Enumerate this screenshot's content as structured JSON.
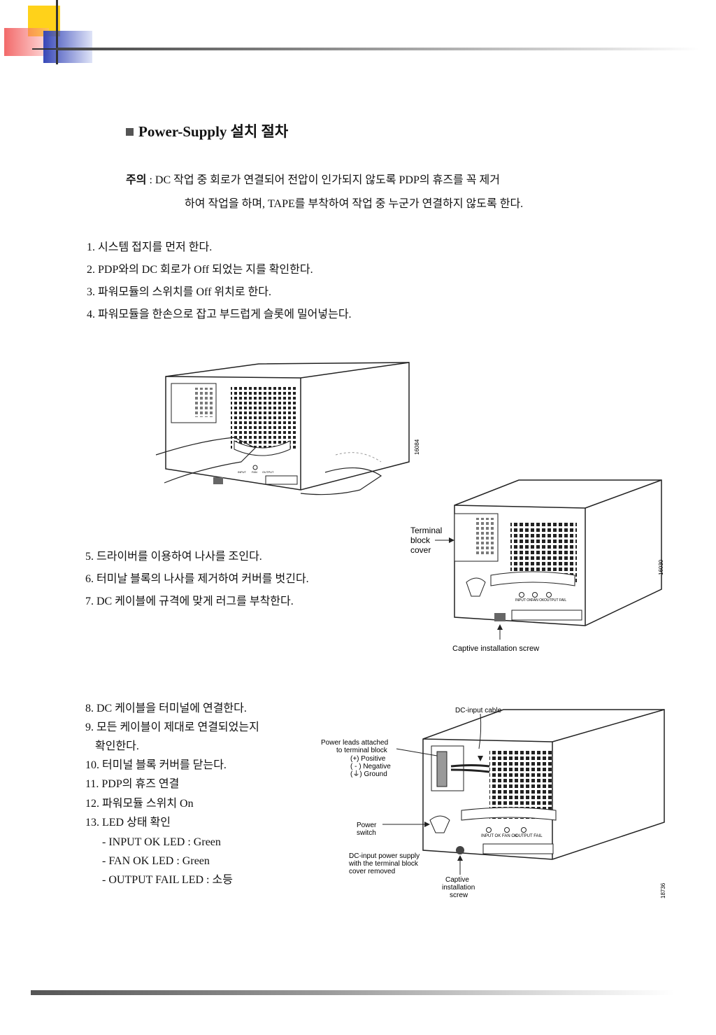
{
  "heading": "Power-Supply 설치 절차",
  "caution": {
    "label": "주의",
    "line1": " : DC 작업 중 회로가 연결되어 전압이 인가되지 않도록 PDP의 휴즈를 꼭 제거",
    "line2": "하여 작업을 하며, TAPE를 부착하여 작업 중 누군가 연결하지 않도록 한다."
  },
  "steps_a": [
    "1. 시스템 접지를 먼저 한다.",
    "2. PDP와의 DC 회로가 Off 되었는 지를 확인한다.",
    "3. 파워모듈의 스위치를 Off 위치로 한다.",
    "4. 파워모듈을 한손으로 잡고 부드럽게 슬롯에 밀어넣는다."
  ],
  "steps_b": [
    "5. 드라이버를 이용하여 나사를 조인다.",
    "6. 터미날 블록의 나사를 제거하여 커버를 벗긴다.",
    "7. DC 케이블에 규격에 맞게 러그를 부착한다."
  ],
  "steps_c": [
    "8. DC 케이블을 터미널에 연결한다.",
    "9. 모든 케이블이 제대로 연결되었는지",
    "   확인한다.",
    "10. 터미널 블록 커버를 닫는다.",
    "11. PDP의 휴즈 연결",
    "12. 파워모듈 스위치 On",
    "13. LED 상태 확인",
    "- INPUT OK LED : Green",
    "- FAN OK LED : Green",
    "- OUTPUT FAIL LED : 소등"
  ],
  "figure1": {
    "id": "16084",
    "leds": [
      "INPUT",
      "FAN",
      "OUTPUT"
    ]
  },
  "figure2": {
    "id": "16030",
    "terminal_label": [
      "Terminal",
      "block",
      "cover"
    ],
    "screw_label": "Captive installation screw",
    "leds": [
      "INPUT OK",
      "FAN OK",
      "OUTPUT FAIL"
    ]
  },
  "figure3": {
    "id": "18736",
    "cable_label": "DC-input cable",
    "leads_label": [
      "Power leads attached",
      "to terminal block",
      "(+)  Positive",
      "( - ) Negative",
      "(⏚)  Ground"
    ],
    "switch_label": [
      "Power",
      "switch"
    ],
    "supply_label": [
      "DC-input power supply",
      "with the terminal block",
      "cover removed"
    ],
    "screw_label": [
      "Captive",
      "installation",
      "screw"
    ],
    "leds": [
      "INPUT OK",
      "FAN OK",
      "OUTPUT FAIL"
    ]
  },
  "colors": {
    "logo_yellow": "#ffd21a",
    "logo_red": "#f06060",
    "logo_blue": "#3848b8"
  }
}
